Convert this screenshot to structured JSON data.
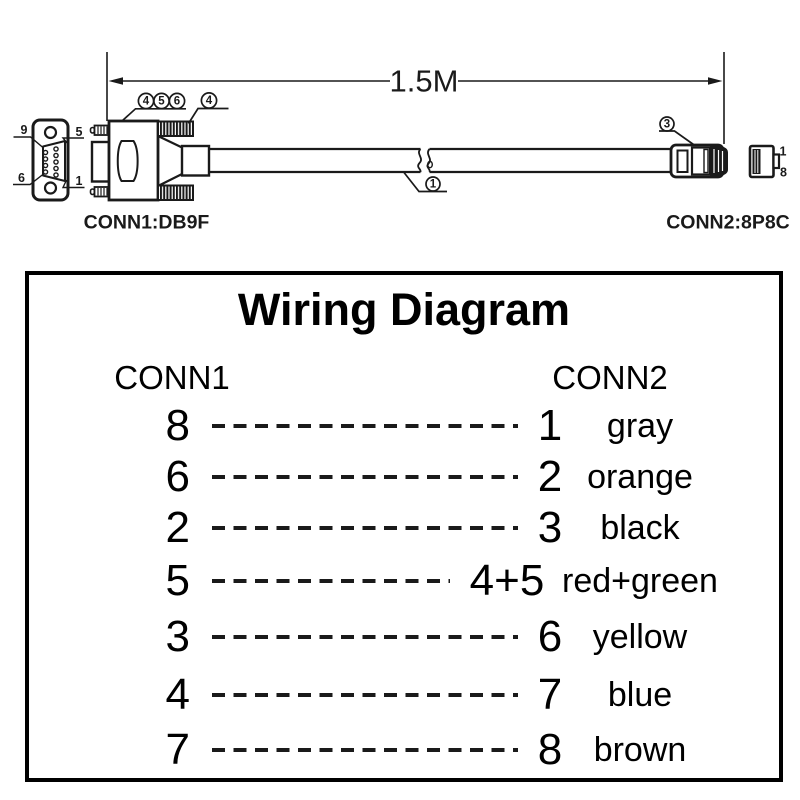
{
  "colors": {
    "ink": "#1a1a1a",
    "background": "#ffffff"
  },
  "cable_drawing": {
    "dimension_label": "1.5M",
    "conn1_caption": "CONN1:DB9F",
    "conn2_caption": "CONN2:8P8C",
    "db9_face": {
      "pin_top_left": "9",
      "pin_top_right": "5",
      "pin_bottom_left": "6",
      "pin_bottom_right": "1"
    },
    "rj45_face": {
      "pin_top": "1",
      "pin_bottom": "8"
    },
    "callouts": {
      "hood": [
        "4",
        "5",
        "6"
      ],
      "grip": "4",
      "plug": "3",
      "cable": "1"
    }
  },
  "wiring_diagram": {
    "title": "Wiring Diagram",
    "conn1_header": "CONN1",
    "conn2_header": "CONN2",
    "rows": [
      {
        "conn1": "8",
        "conn2": "1",
        "color": "gray"
      },
      {
        "conn1": "6",
        "conn2": "2",
        "color": "orange"
      },
      {
        "conn1": "2",
        "conn2": "3",
        "color": "black"
      },
      {
        "conn1": "5",
        "conn2": "4+5",
        "color": "red+green"
      },
      {
        "conn1": "3",
        "conn2": "6",
        "color": "yellow"
      },
      {
        "conn1": "4",
        "conn2": "7",
        "color": "blue"
      },
      {
        "conn1": "7",
        "conn2": "8",
        "color": "brown"
      }
    ]
  }
}
